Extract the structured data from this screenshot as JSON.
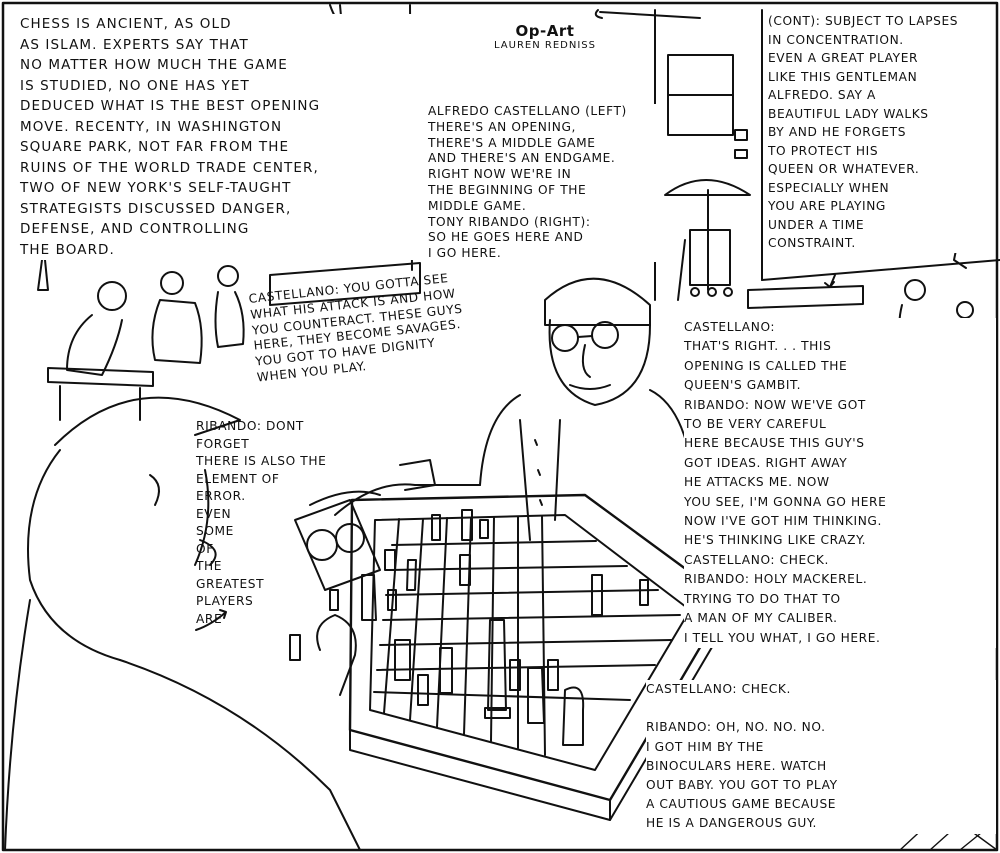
{
  "masthead": {
    "section": "Op-Art",
    "author": "LAUREN REDNISS"
  },
  "intro": "CHESS IS ANCIENT, AS OLD\nAS ISLAM. EXPERTS SAY THAT\nNO MATTER HOW MUCH THE GAME\nIS STUDIED, NO ONE HAS YET\nDEDUCED WHAT IS THE BEST OPENING\nMOVE. RECENTY, IN WASHINGTON\nSQUARE PARK, NOT FAR FROM THE\nRUINS OF THE WORLD TRADE CENTER,\nTWO OF NEW YORK'S SELF-TAUGHT\nSTRATEGISTS DISCUSSED DANGER,\nDEFENSE, AND CONTROLLING\nTHE BOARD.",
  "top_center": "ALFREDO CASTELLANO (LEFT)\nTHERE'S AN OPENING,\nTHERE'S A MIDDLE GAME\nAND THERE'S AN ENDGAME.\nRIGHT NOW WE'RE IN\nTHE BEGINNING OF THE\nMIDDLE GAME.\nTONY RIBANDO (RIGHT):\nSO HE GOES HERE AND\nI GO HERE.",
  "top_right": "(CONT): SUBJECT TO LAPSES\nIN CONCENTRATION.\nEVEN A GREAT PLAYER\nLIKE THIS GENTLEMAN\nALFREDO. SAY A\nBEAUTIFUL LADY WALKS\nBY AND HE FORGETS\nTO PROTECT HIS\nQUEEN OR WHATEVER.\nESPECIALLY WHEN\nYOU ARE PLAYING\nUNDER A TIME\nCONSTRAINT.",
  "mid_left": "CASTELLANO: YOU GOTTA SEE\nWHAT HIS ATTACK IS AND HOW\nYOU COUNTERACT. THESE GUYS\nHERE, THEY BECOME SAVAGES.\nYOU GOT TO HAVE DIGNITY\nWHEN YOU PLAY.",
  "mid_left_2": "RIBANDO: DONT FORGET\nTHERE IS ALSO THE\nELEMENT OF\nERROR.\nEVEN\nSOME\nOF\nTHE\nGREATEST\nPLAYERS\nARE",
  "right_column": "CASTELLANO:\nTHAT'S RIGHT. . . THIS\nOPENING IS CALLED THE\nQUEEN'S GAMBIT.\nRIBANDO: NOW WE'VE GOT\nTO BE VERY CAREFUL\nHERE BECAUSE THIS GUY'S\nGOT IDEAS. RIGHT AWAY\nHE ATTACKS ME. NOW\nYOU SEE, I'M GONNA GO HERE\nNOW I'VE GOT HIM THINKING.\nHE'S THINKING LIKE CRAZY.\nCASTELLANO: CHECK.\nRIBANDO: HOLY MACKEREL.\nTRYING TO DO THAT TO\nA MAN OF MY CALIBER.\nI TELL YOU WHAT, I GO HERE.",
  "bottom_right": "CASTELLANO: CHECK.\n\nRIBANDO: OH, NO. NO. NO.\nI GOT HIM BY THE\nBINOCULARS HERE. WATCH\nOUT BABY. YOU GOT TO PLAY\nA CAUTIOUS GAME BECAUSE\nHE IS A DANGEROUS GUY.",
  "colors": {
    "ink": "#111111",
    "paper": "#ffffff"
  }
}
